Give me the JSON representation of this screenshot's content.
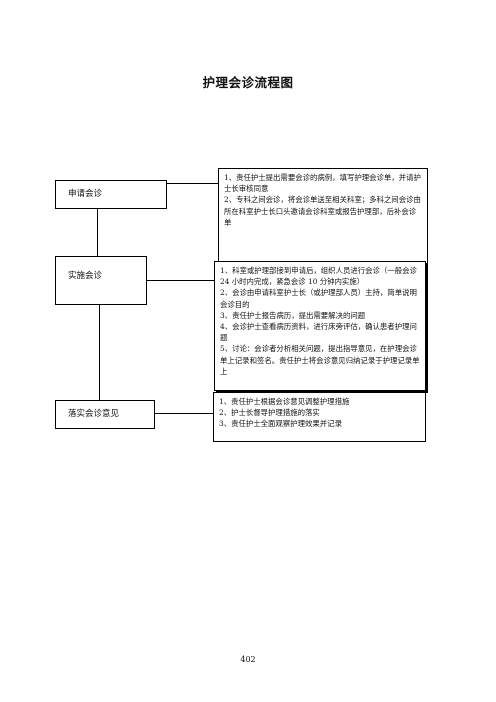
{
  "title": "护理会诊流程图",
  "steps": [
    {
      "label": "申请会诊",
      "items": [
        "1、责任护士提出需要会诊的病例，填写护理会诊单，并请护士长审核同意",
        "2、专科之间会诊，将会诊单送至相关科室；多科之间会诊由所在科室护士长口头邀请会诊科室或报告护理部，后补会诊单"
      ]
    },
    {
      "label": "实施会诊",
      "items": [
        "1、科室或护理部接到申请后，组织人员进行会诊（一般会诊 24 小时内完成，紧急会诊 10 分钟内实施）",
        "2、会诊由申请科室护士长（或护理部人员）主持，简单说明会诊目的",
        "3、责任护士报告病历，提出需要解决的问题",
        "4、会诊护士查看病历资料，进行床旁评估，确认患者护理问题",
        "5、讨论：会诊者分析相关问题，提出指导意见，在护理会诊单上记录和签名。责任护士将会诊意见归纳记录于护理记录单上"
      ]
    },
    {
      "label": "落实会诊意见",
      "items": [
        "1、责任护士根据会诊意见调整护理措施",
        "2、护士长督导护理措施的落实",
        "3、责任护士全面观察护理效果并记录"
      ]
    }
  ],
  "page_number": "402"
}
